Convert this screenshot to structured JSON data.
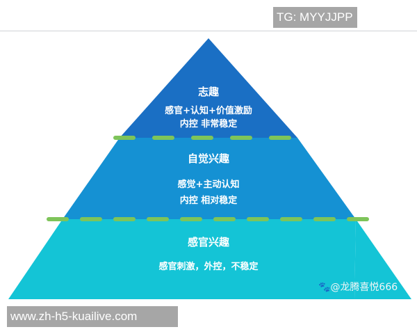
{
  "header": {
    "tag": "TG: MYYJJPP"
  },
  "pyramid": {
    "colors": {
      "top": "#1a6fc4",
      "middle": "#1591d3",
      "bottom": "#14c4d6",
      "divider": "#7ec45a"
    },
    "levels": [
      {
        "title": "志趣",
        "lines": [
          "感官+认知+价值激励",
          "内控 非常稳定"
        ]
      },
      {
        "title": "自觉兴趣",
        "lines": [
          "感觉+主动认知",
          "内控 相对稳定"
        ]
      },
      {
        "title": "感官兴趣",
        "lines": [
          "感官刺激，外控，不稳定"
        ]
      }
    ]
  },
  "watermark": {
    "text": "@龙腾喜悦666",
    "icon": "paw-icon"
  },
  "footer": {
    "url": "www.zh-h5-kuailive.com"
  }
}
